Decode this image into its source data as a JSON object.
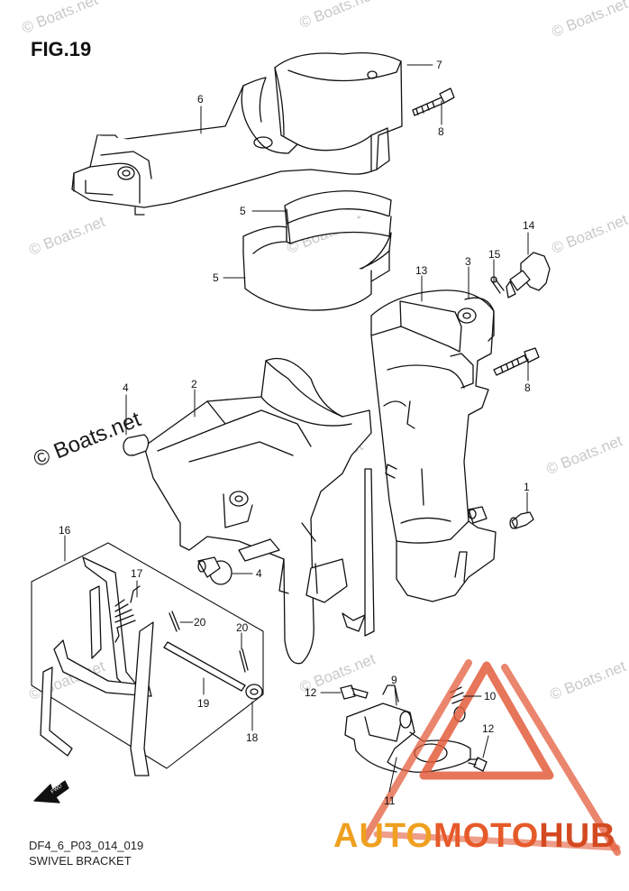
{
  "figure": {
    "title": "FIG.19",
    "code": "DF4_6_P03_014_019",
    "caption": "SWIVEL BRACKET"
  },
  "watermark": {
    "text": "© Boats.net",
    "emphasized": "© Boats.net"
  },
  "logo": {
    "part1": "AUTO",
    "part2": "MOTO",
    "part3": "HUB",
    "colors": {
      "auto": "#f0a020",
      "moto": "#e65a2a",
      "hub": "#d44a20",
      "triangle": "#e35d3c"
    }
  },
  "fwd_label": "FWD",
  "callouts": [
    "7",
    "6",
    "8",
    "5",
    "5",
    "14",
    "15",
    "3",
    "13",
    "8",
    "2",
    "4",
    "1",
    "16",
    "17",
    "4",
    "20",
    "20",
    "19",
    "18",
    "12",
    "9",
    "10",
    "12",
    "11"
  ]
}
